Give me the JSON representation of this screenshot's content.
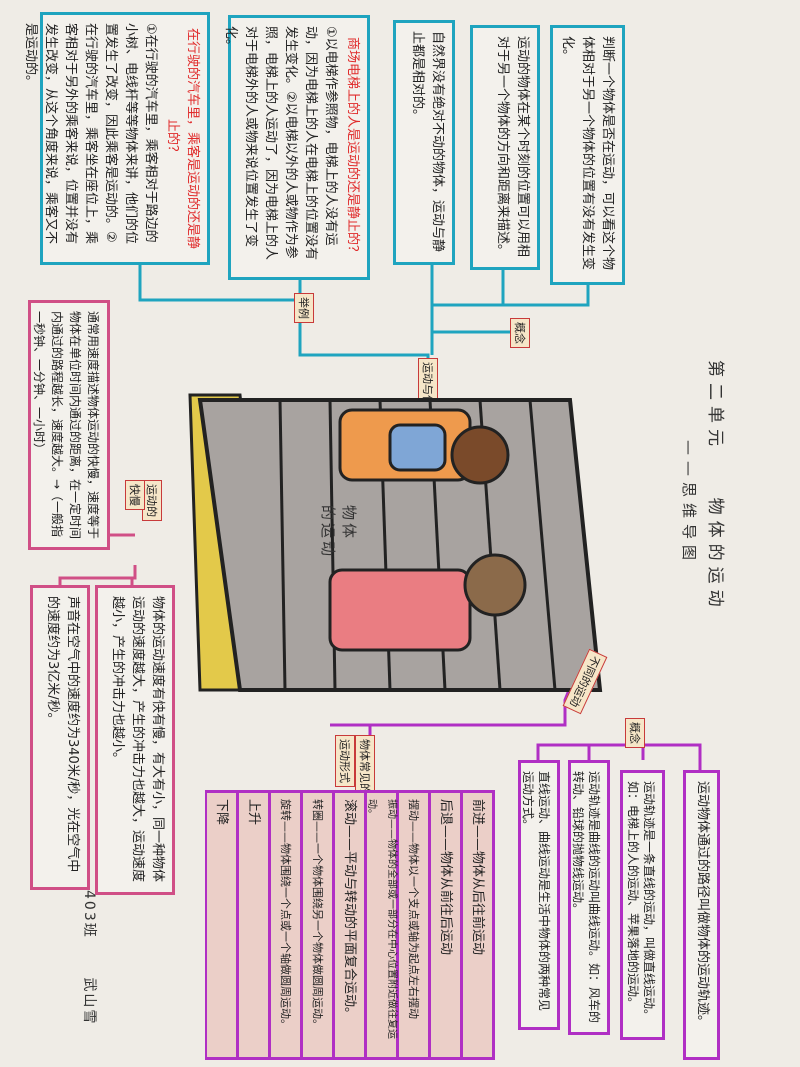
{
  "title": {
    "unit": "第二单元",
    "topic": "物体的运动",
    "subtitle": "——思维导图"
  },
  "signature": {
    "class": "403班",
    "name": "武山雪"
  },
  "center": {
    "line1": "物体",
    "line2": "的运动"
  },
  "position_branch": {
    "label": "运动与位置",
    "concept_label": "概念",
    "example_label": "举例",
    "concepts": [
      "判断一个物体是否在运动，可以看这个物体相对于另一个物体的位置有没有发生变化。",
      "运动的物体在某个时刻的位置可以用相对于另一个物体的方向和距离来描述。",
      "自然界没有绝对不动的物体，运动与静止都是相对的。"
    ],
    "examples": [
      {
        "question": "商场电梯上的人是运动的还是静止的？",
        "answer": "①以电梯作参照物，电梯上的人没有运动，因为电梯上的人在电梯上的位置没有发生变化。②以电梯以外的人或物作为参照，电梯上的人运动了，因为电梯上的人对于电梯外的人或物来说位置发生了变化。"
      },
      {
        "question": "在行驶的汽车里，乘客是运动的还是静止的？",
        "answer": "①在行驶的汽车里，乘客相对于路边的小树、电线杆等等物体来讲，他们的位置发生了改变，因此乘客是运动的。②在行驶的汽车里，乘客坐在座位上，乘客相对于另外的乘客来说，位置并没有发生改变，从这个角度来说，乘客又不是运动的。"
      }
    ]
  },
  "speed_branch": {
    "label1": "运动的",
    "label2": "快慢",
    "main": "通常用速度描述物体运动的快慢，速度等于物体在单位时间内通过的距离，在一定时间内通过的路程越长，速度越大。→（一般指一秒钟、一分钟、一小时）",
    "details": [
      "物体的运动速度有快有慢，有大有小，同一种物体运动的速度越大，产生的冲击力也越大，运动速度越小，产生的冲击力也越小。",
      "声音在空气中的速度约为340米/秒，光在空气中的速度约为3亿米/秒。"
    ]
  },
  "motion_branch": {
    "label": "不同的运动",
    "concept_label": "概念",
    "concepts": [
      "运动物体通过的路径叫做物体的运动轨迹。",
      "运动轨迹是一条直线的运动，叫做直线运动。如：电梯上的人的运动、苹果落地的运动。",
      "运动轨迹是曲线的运动叫曲线运动。如：风车的转动、铅球的抛物线运动。",
      "直线运动、曲线运动是生活中物体的两种常见运动方式。"
    ],
    "forms_label1": "物体常见的",
    "forms_label2": "运动形式",
    "forms": [
      "前进——物体从后往前运动",
      "后退——物体从前往后运动",
      "摆动——物体以一个支点或轴为起点左右摆动",
      "振动——物体的全部或一部分在中心位置附近做往复运动。",
      "滚动——平动与转动的平面复合运动。",
      "转圈——一个物体围绕另一个物体做圆周运动。",
      "旋转——物体围绕一个点或一个轴做圆周运动。",
      "上升",
      "下降"
    ]
  },
  "colors": {
    "position": "#1fa4bf",
    "speed": "#d04f86",
    "motion": "#b02fc4",
    "highlight": "#e02a2a"
  }
}
